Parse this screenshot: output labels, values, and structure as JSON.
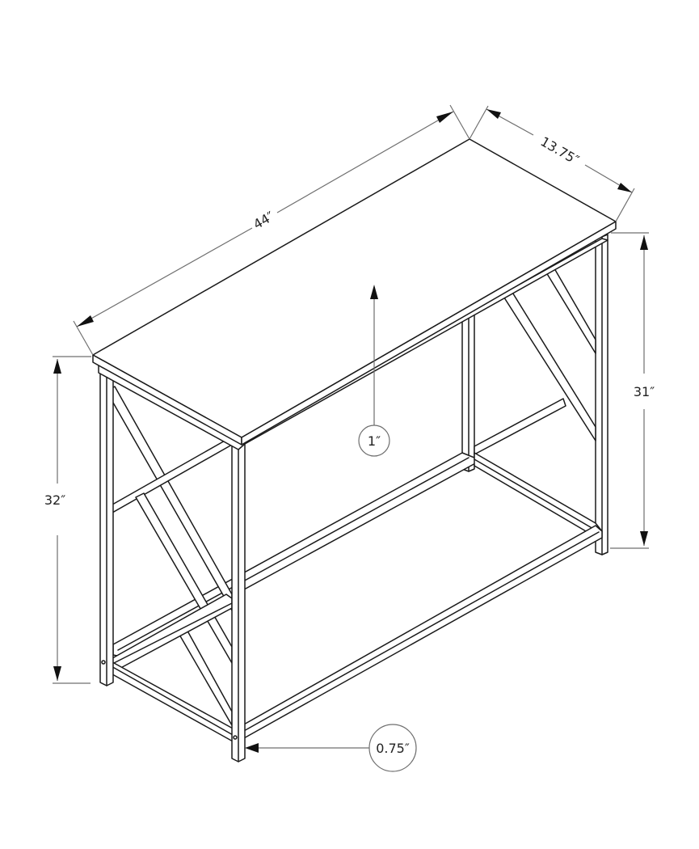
{
  "diagram": {
    "subject": "Console table with metal frame, dimensioned line drawing",
    "colors": {
      "line": "#1a1a1a",
      "dimension_line": "#6f6f6f",
      "background": "#ffffff"
    },
    "dimensions": {
      "length": {
        "label": "44″",
        "description": "tabletop length"
      },
      "depth": {
        "label": "13.75″",
        "description": "tabletop depth"
      },
      "height_overall": {
        "label": "32″",
        "description": "overall height"
      },
      "height_inner": {
        "label": "31″",
        "description": "height beneath tabletop"
      },
      "top_thickness": {
        "label": "1″",
        "description": "tabletop thickness callout"
      },
      "leg_width": {
        "label": "0.75″",
        "description": "leg width callout"
      }
    }
  }
}
